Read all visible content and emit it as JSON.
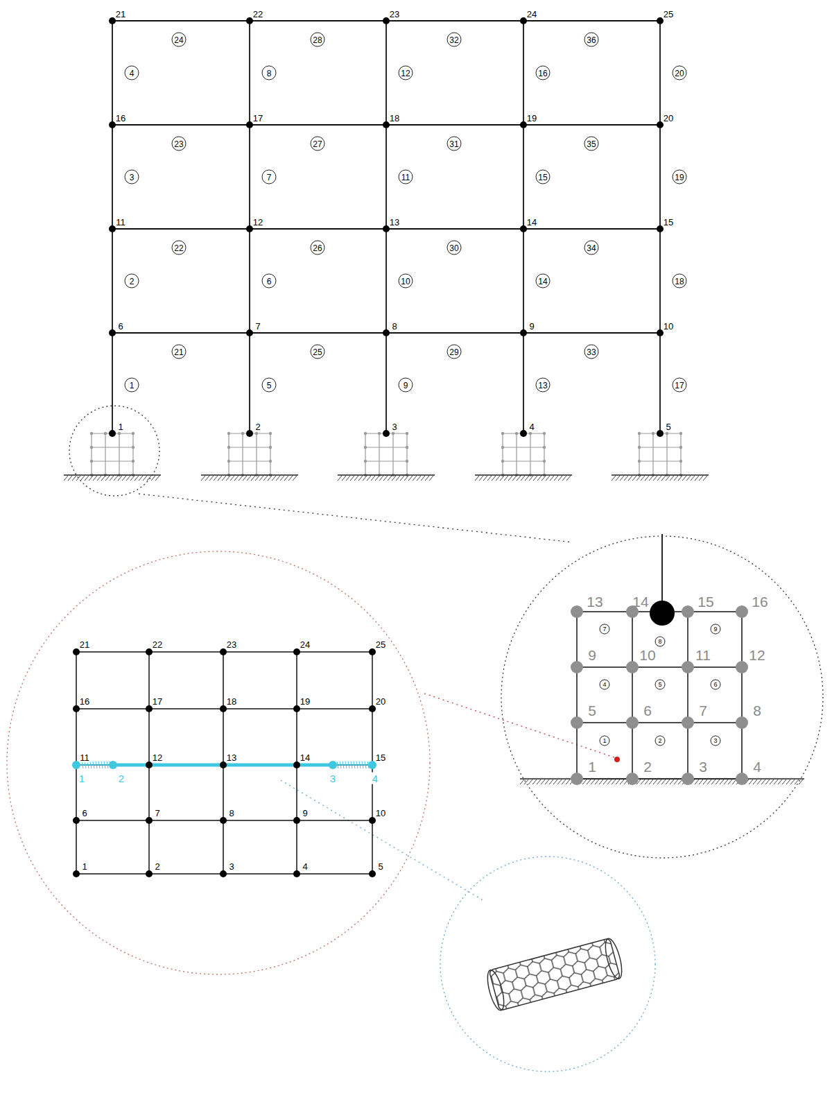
{
  "diagram": {
    "labels": [
      "1",
      "2",
      "3",
      "4",
      "5",
      "6",
      "7",
      "8",
      "9",
      "10",
      "11",
      "12",
      "13",
      "14",
      "15",
      "16",
      "17",
      "18",
      "19",
      "20",
      "21",
      "22",
      "23",
      "24",
      "25",
      "1",
      "2",
      "3",
      "4",
      "5",
      "6",
      "7",
      "8",
      "9",
      "10",
      "11",
      "12",
      "13",
      "14",
      "15",
      "16",
      "17",
      "18",
      "19",
      "20",
      "21",
      "22",
      "23",
      "24",
      "25",
      "26",
      "27",
      "28",
      "29",
      "30",
      "31",
      "32",
      "33",
      "34",
      "35",
      "36",
      "1",
      "2",
      "3",
      "4",
      "5",
      "6",
      "7",
      "8",
      "9",
      "10",
      "11",
      "12",
      "13",
      "14",
      "15",
      "16",
      "1",
      "2",
      "3",
      "4",
      "5",
      "6",
      "7",
      "8",
      "9",
      "1",
      "2",
      "3",
      "4",
      "5",
      "6",
      "7",
      "8",
      "9",
      "10",
      "11",
      "12",
      "13",
      "14",
      "15",
      "16",
      "17",
      "18",
      "19",
      "20",
      "21",
      "22",
      "23",
      "24",
      "25",
      "1",
      "2",
      "3",
      "4"
    ]
  }
}
